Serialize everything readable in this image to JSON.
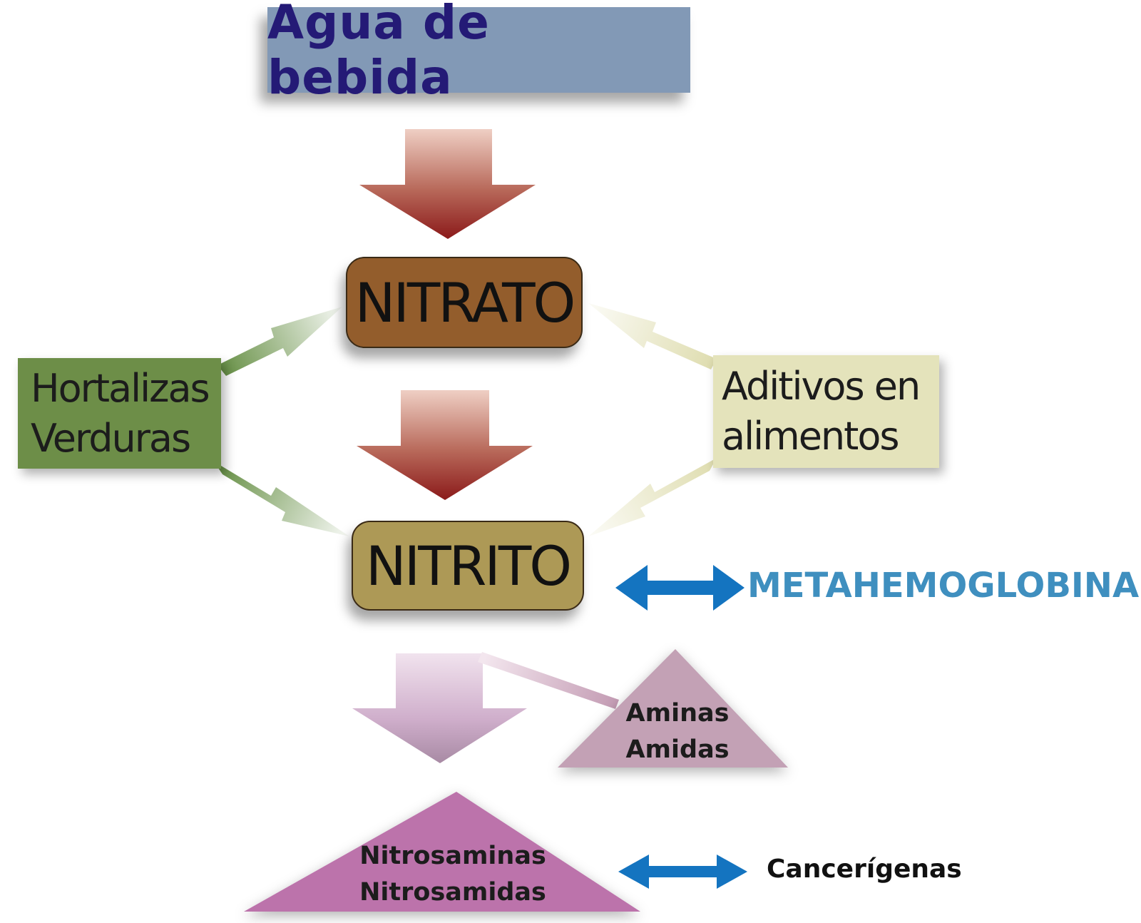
{
  "diagram": {
    "title": "Agua de bebida",
    "nodes": {
      "nitrato": "NITRATO",
      "nitrito": "NITRITO",
      "hortalizas": [
        "Hortalizas",
        "Verduras"
      ],
      "aditivos": [
        "Aditivos en",
        "alimentos"
      ],
      "aminas": [
        "Aminas",
        "Amidas"
      ],
      "nitrosaminas": [
        "Nitrosaminas",
        "Nitrosamidas"
      ],
      "metahemoglobina": "METAHEMOGLOBINA",
      "cancerigenas": "Cancerígenas"
    },
    "edges": [
      {
        "from": "title",
        "to": "nitrato"
      },
      {
        "from": "nitrato",
        "to": "nitrito"
      },
      {
        "from": "nitrito",
        "to": "nitrosaminas"
      },
      {
        "from": "hortalizas",
        "to": "nitrato"
      },
      {
        "from": "hortalizas",
        "to": "nitrito"
      },
      {
        "from": "aditivos",
        "to": "nitrato"
      },
      {
        "from": "aditivos",
        "to": "nitrito"
      },
      {
        "from": "nitrito",
        "to": "metahemoglobina",
        "bidirectional": true
      },
      {
        "from": "nitrosaminas",
        "to": "cancerigenas",
        "bidirectional": true
      },
      {
        "from": "aminas",
        "to": "nitrosaminas"
      }
    ],
    "colors": {
      "title_bg": "#8299b6",
      "title_text": "#241a76",
      "nitrato": "#935d2c",
      "nitrito": "#ad9956",
      "hortalizas": "#6d8e48",
      "aditivos": "#e4e3bb",
      "aminas": "#c3a1b5",
      "nitrosaminas": "#bc73ab",
      "down_arrow_dark": "#8b1a1a",
      "blue_arrow": "#1474c0",
      "meta_text": "#3f8fbf"
    }
  }
}
